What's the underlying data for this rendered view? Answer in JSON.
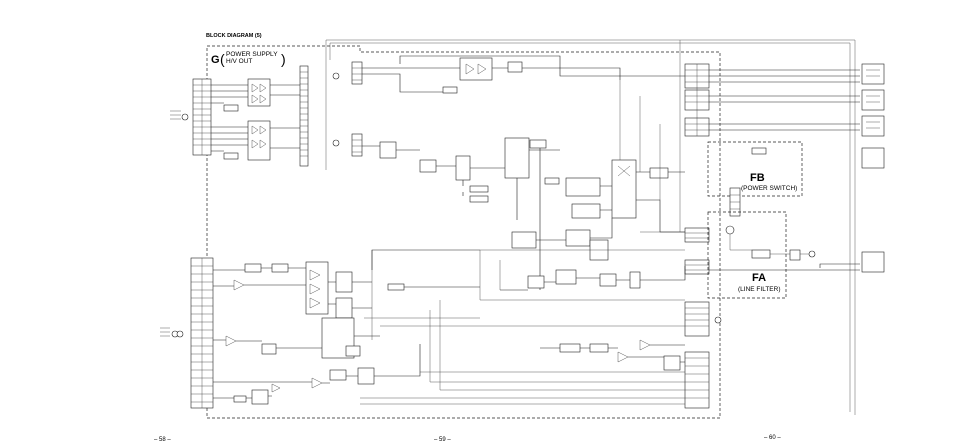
{
  "title": "BLOCK DIAGRAM (5)",
  "boards": {
    "g": {
      "letter": "G",
      "label_line1": "POWER SUPPLY",
      "label_line2": "H/V OUT"
    },
    "fb": {
      "letter": "FB",
      "label": "(POWER SWITCH)"
    },
    "fa": {
      "letter": "FA",
      "label": "(LINE FILTER)"
    }
  },
  "page_numbers": [
    "– 58 –",
    "– 59 –",
    "– 60 –"
  ],
  "colors": {
    "line": "#222222",
    "background": "#ffffff"
  }
}
